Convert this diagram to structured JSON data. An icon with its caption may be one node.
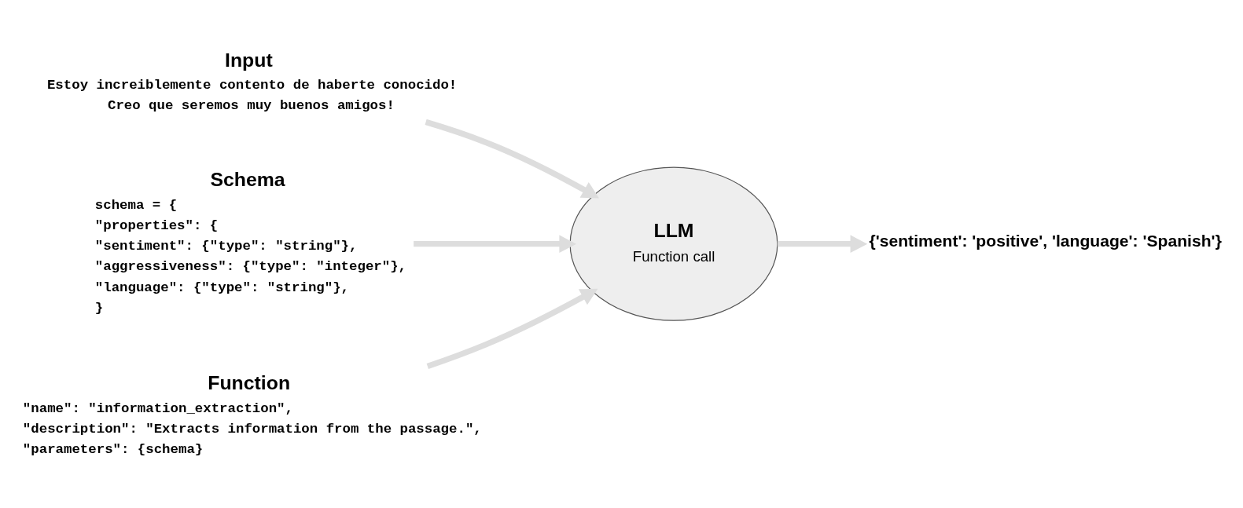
{
  "diagram": {
    "nodes": [
      {
        "text": [
          "Input",
          "Estoy increiblemente contento de haberte conocido!",
          "Creo que seremos muy buenos amigos!"
        ]
      },
      {
        "text": [
          "Schema",
          "schema = {",
          "\"properties\": {",
          "\"sentiment\": {\"type\": \"string\"},",
          "\"aggressiveness\": {\"type\": \"integer\"},",
          "\"language\": {\"type\": \"string\"},",
          "}"
        ]
      },
      {
        "text": [
          "Function",
          "\"name\": \"information_extraction\",",
          "\"description\": \"Extracts information from the passage.\",",
          "\"parameters\": {schema}"
        ]
      },
      {
        "text": [
          "LLM",
          "Function call"
        ]
      },
      {
        "text": [
          "{'sentiment': 'positive', 'language': 'Spanish'}"
        ]
      }
    ],
    "edges": [
      {
        "from": 0,
        "to": 3,
        "arrow": "to"
      },
      {
        "from": 1,
        "to": 3,
        "arrow": "to"
      },
      {
        "from": 2,
        "to": 3,
        "arrow": "to"
      },
      {
        "from": 3,
        "to": 4,
        "arrow": "to"
      }
    ]
  }
}
